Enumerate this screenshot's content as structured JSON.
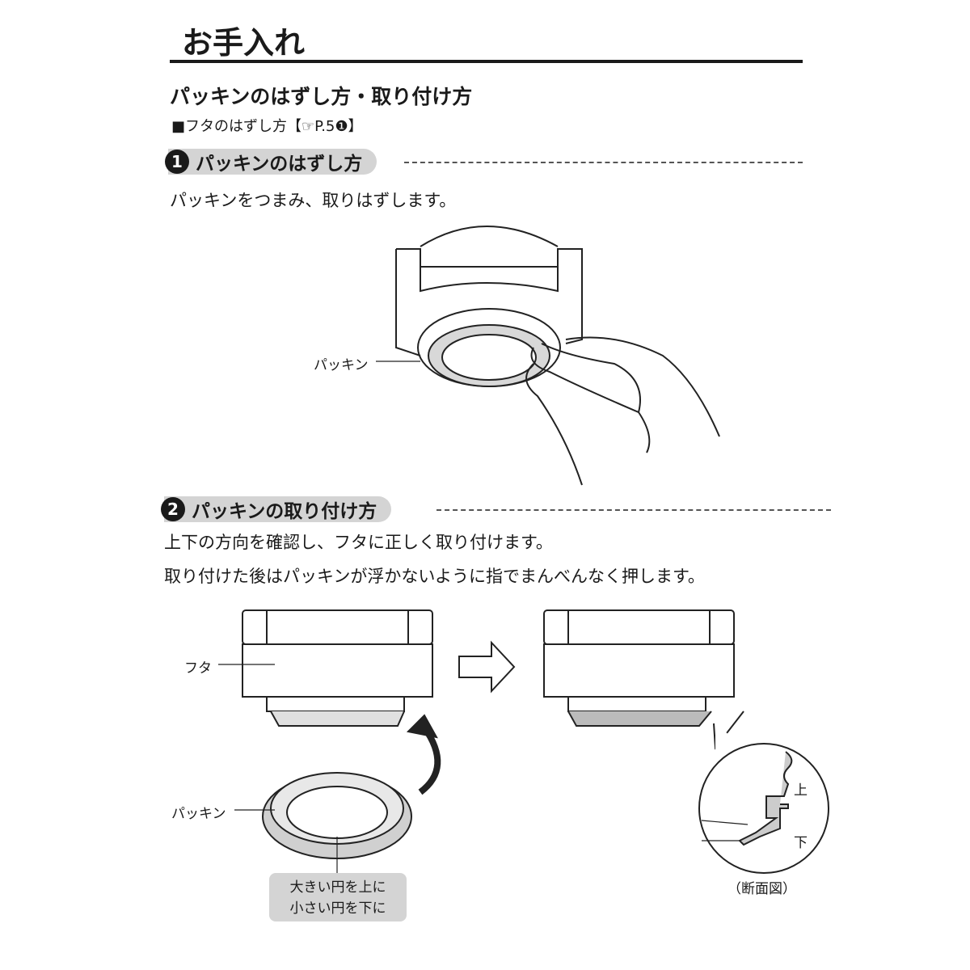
{
  "page_title": "お手入れ",
  "section_title": "パッキンのはずし方・取り付け方",
  "reference": "■フタのはずし方【☞P.5❶】",
  "steps": [
    {
      "number": "1",
      "title": "パッキンのはずし方",
      "text": "パッキンをつまみ、取りはずします。",
      "label_packing": "パッキン"
    },
    {
      "number": "2",
      "title": "パッキンの取り付け方",
      "text_lines": [
        "上下の方向を確認し、フタに正しく取り付けます。",
        "取り付けた後はパッキンが浮かないように指でまんべんなく押します。"
      ],
      "label_lid": "フタ",
      "label_packing": "パッキン",
      "note_lines": [
        "大きい円を上に",
        "小さい円を下に"
      ],
      "label_up": "上",
      "label_down": "下",
      "caption": "（断面図）"
    }
  ]
}
